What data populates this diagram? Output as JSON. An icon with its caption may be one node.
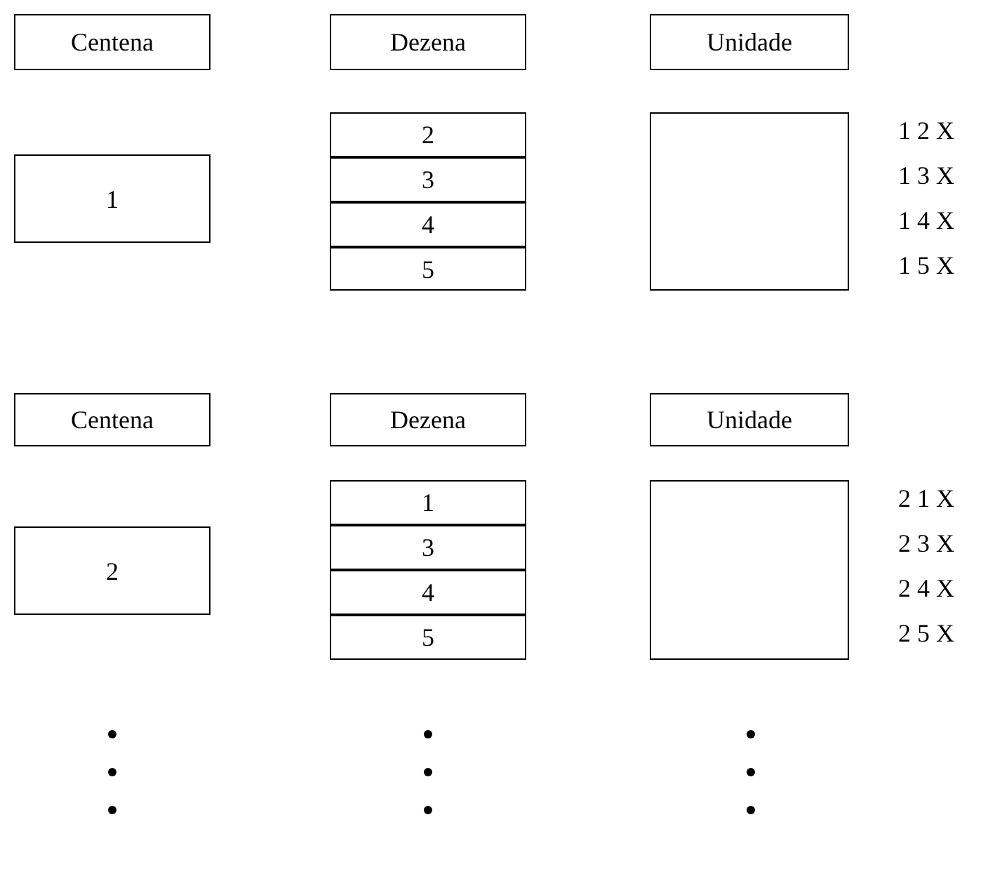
{
  "diagram": {
    "nodes": [
      {
        "text": [
          "Centena"
        ]
      },
      {
        "text": [
          "Dezena"
        ]
      },
      {
        "text": [
          "Unidade"
        ]
      },
      {
        "text": [
          "1"
        ]
      },
      {
        "text": [
          "2"
        ]
      },
      {
        "text": [
          "3"
        ]
      },
      {
        "text": [
          "4"
        ]
      },
      {
        "text": [
          "5"
        ]
      },
      {
        "text": [],
        "shape": "box"
      },
      {
        "text": [
          "Centena"
        ]
      },
      {
        "text": [
          "Dezena"
        ]
      },
      {
        "text": [
          "Unidade"
        ]
      },
      {
        "text": [
          "2"
        ]
      },
      {
        "text": [
          "1"
        ]
      },
      {
        "text": [
          "3"
        ]
      },
      {
        "text": [
          "4"
        ]
      },
      {
        "text": [
          "5"
        ]
      },
      {
        "text": [],
        "shape": "box"
      }
    ],
    "labels": [
      "1 2 X",
      "1 3 X",
      "1 4 X",
      "1 5 X",
      "2 1 X",
      "2 3 X",
      "2 4 X",
      "2 5 X"
    ]
  }
}
